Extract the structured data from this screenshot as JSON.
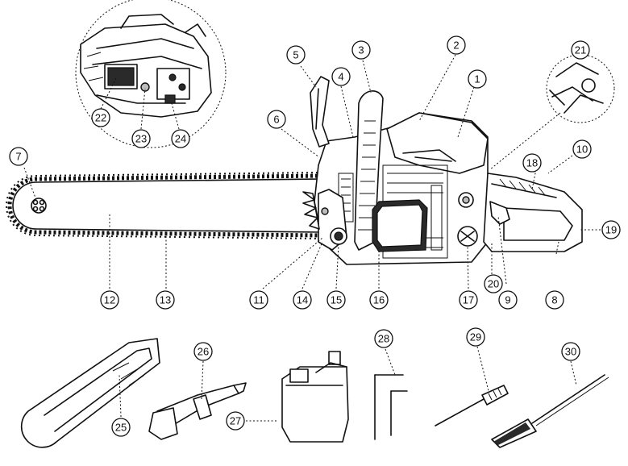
{
  "callouts": [
    {
      "n": "1"
    },
    {
      "n": "2"
    },
    {
      "n": "3"
    },
    {
      "n": "4"
    },
    {
      "n": "5"
    },
    {
      "n": "6"
    },
    {
      "n": "7"
    },
    {
      "n": "8"
    },
    {
      "n": "9"
    },
    {
      "n": "10"
    },
    {
      "n": "11"
    },
    {
      "n": "12"
    },
    {
      "n": "13"
    },
    {
      "n": "14"
    },
    {
      "n": "15"
    },
    {
      "n": "16"
    },
    {
      "n": "17"
    },
    {
      "n": "18"
    },
    {
      "n": "19"
    },
    {
      "n": "20"
    },
    {
      "n": "21"
    },
    {
      "n": "22"
    },
    {
      "n": "23"
    },
    {
      "n": "24"
    },
    {
      "n": "25"
    },
    {
      "n": "26"
    },
    {
      "n": "27"
    },
    {
      "n": "28"
    },
    {
      "n": "29"
    },
    {
      "n": "30"
    }
  ],
  "colors": {
    "ink": "#111111",
    "background": "#ffffff"
  }
}
